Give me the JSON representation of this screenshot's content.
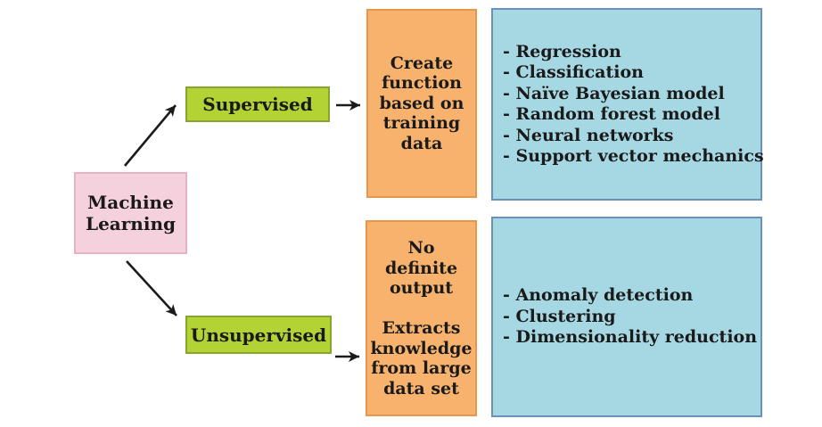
{
  "colors": {
    "canvas_bg": "#ffffff",
    "pink_fill": "#f5d0dd",
    "pink_border": "#e9b2c4",
    "green_fill": "#b3d334",
    "green_border": "#87a42c",
    "orange_fill": "#f7b26e",
    "orange_border": "#e8964a",
    "blue_fill": "#a6d8e4",
    "blue_border": "#6b90ba",
    "arrow_color": "#1b1b1b",
    "text_color": "#1a1a1a"
  },
  "nodes": {
    "root": {
      "label": "Machine\nLearning"
    },
    "supervised": {
      "label": "Supervised"
    },
    "unsupervised": {
      "label": "Unsupervised"
    },
    "supervised_desc": {
      "text": "Create\nfunction\nbased on\ntraining\ndata"
    },
    "unsupervised_desc": {
      "text": "No definite\noutput\n\nExtracts\nknowledge\nfrom large\ndata set"
    },
    "supervised_methods": {
      "items": [
        "- Regression",
        "- Classification",
        "- Naïve Bayesian model",
        "- Random forest model",
        "- Neural networks",
        "- Support vector mechanics"
      ]
    },
    "unsupervised_methods": {
      "items": [
        "- Anomaly detection",
        "- Clustering",
        "- Dimensionality reduction"
      ]
    }
  }
}
